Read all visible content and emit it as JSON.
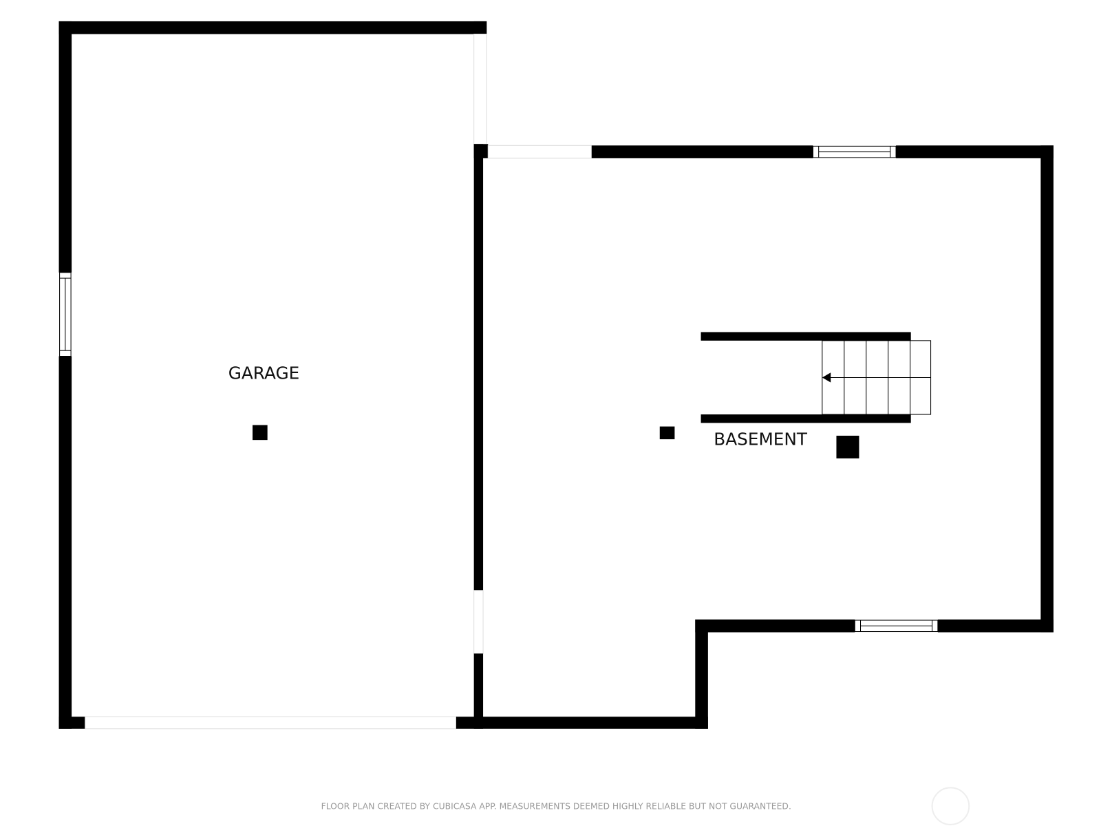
{
  "rooms": [
    {
      "name": "GARAGE"
    },
    {
      "name": "BASEMENT"
    }
  ],
  "footer": {
    "disclaimer": "FLOOR PLAN CREATED BY CUBICASA APP. MEASUREMENTS DEEMED HIGHLY RELIABLE BUT NOT GUARANTEED."
  },
  "colors": {
    "wall": "#000000",
    "background": "#ffffff",
    "footer_text": "#9a9a9a"
  }
}
